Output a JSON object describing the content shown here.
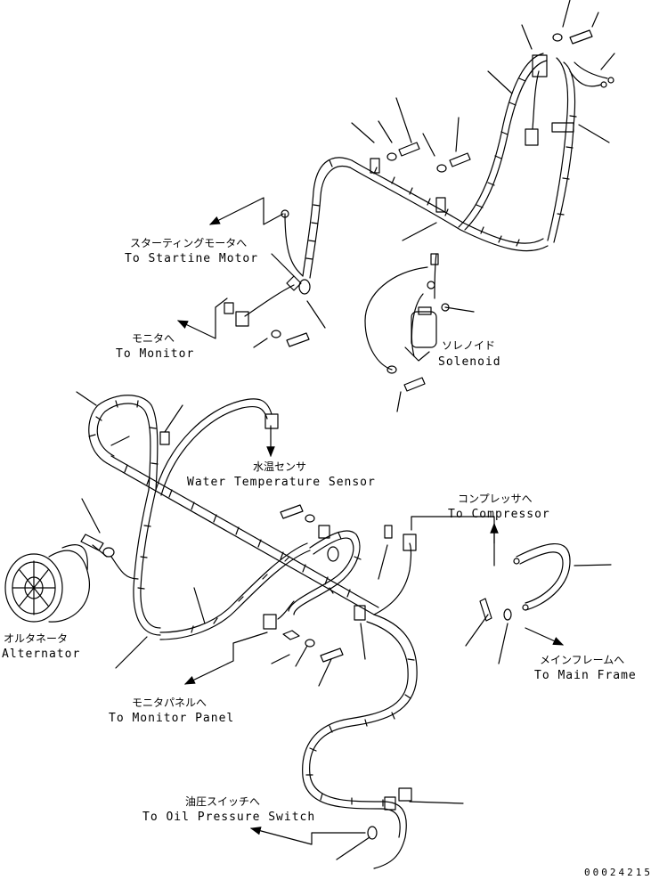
{
  "labels": {
    "starting_motor_jp": "スターティングモータへ",
    "starting_motor_en": "To Startine Motor",
    "monitor_jp": "モニタへ",
    "monitor_en": "To Monitor",
    "solenoid_jp": "ソレノイド",
    "solenoid_en": "Solenoid",
    "water_temp_jp": "水温センサ",
    "water_temp_en": "Water Temperature Sensor",
    "compressor_jp": "コンプレッサへ",
    "compressor_en": "To Compressor",
    "alternator_jp": "オルタネータ",
    "alternator_en": "Alternator",
    "main_frame_jp": "メインフレームへ",
    "main_frame_en": "To Main Frame",
    "monitor_panel_jp": "モニタパネルへ",
    "monitor_panel_en": "To Monitor Panel",
    "oil_switch_jp": "油圧スイッチへ",
    "oil_switch_en": "To Oil Pressure Switch",
    "drawing_code": "00024215"
  }
}
